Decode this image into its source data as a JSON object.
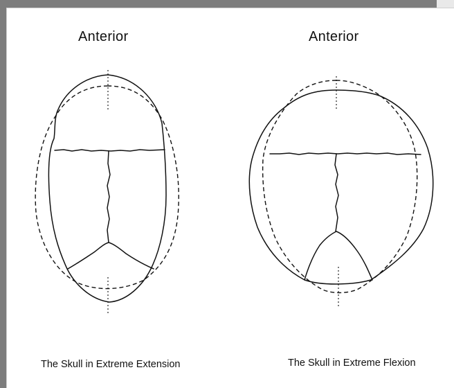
{
  "left_figure": {
    "heading": "Anterior",
    "caption": "The Skull in Extreme Extension"
  },
  "right_figure": {
    "heading": "Anterior",
    "caption": "The Skull in Extreme Flexion"
  }
}
